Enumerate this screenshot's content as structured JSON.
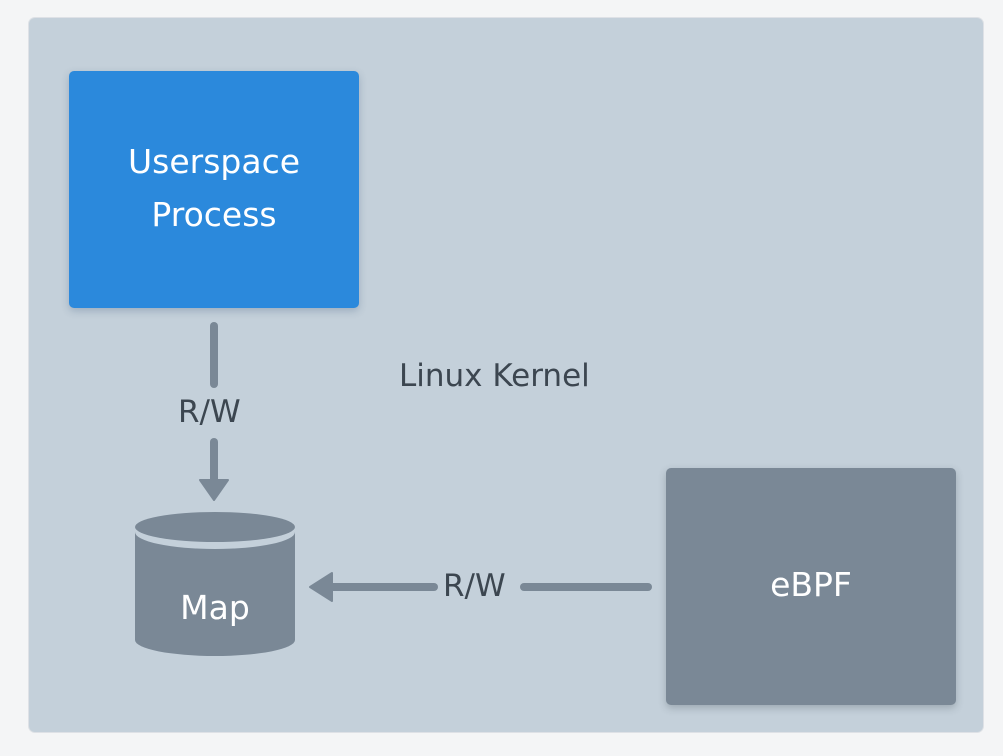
{
  "diagram": {
    "container_label": "Linux Kernel",
    "userspace": {
      "label": "Userspace Process"
    },
    "ebpf": {
      "label": "eBPF"
    },
    "map": {
      "label": "Map"
    },
    "edges": [
      {
        "from": "Userspace Process",
        "to": "Map",
        "label": "R/W"
      },
      {
        "from": "eBPF",
        "to": "Map",
        "label": "R/W"
      }
    ]
  },
  "colors": {
    "panel": "#c4d0da",
    "userspace": "#2b89dc",
    "node_gray": "#7a8896",
    "arrow": "#7a8896",
    "text_dark": "#3c4650"
  }
}
